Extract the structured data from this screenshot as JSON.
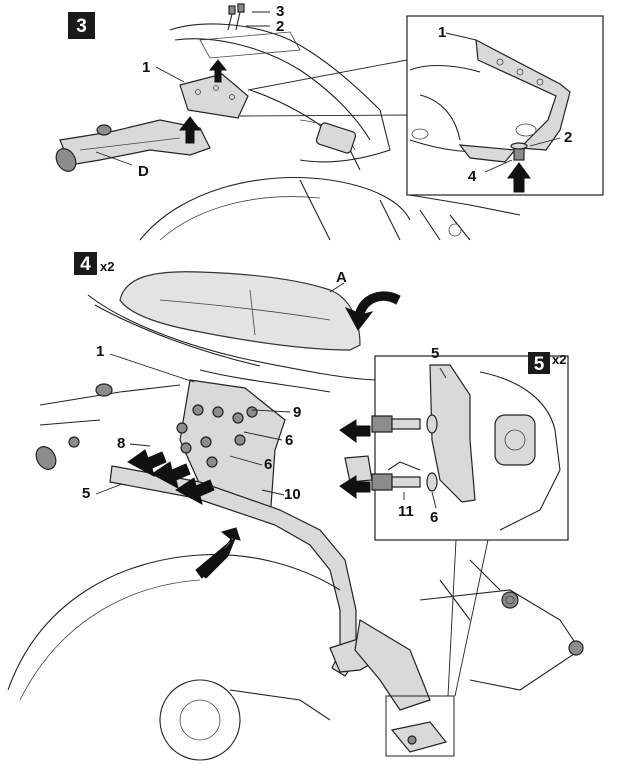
{
  "steps": {
    "s3": {
      "number": "3"
    },
    "s4": {
      "number": "4",
      "multiplier": "x2"
    },
    "s5": {
      "number": "5",
      "multiplier": "x2"
    }
  },
  "callouts": {
    "s3_main": {
      "c3": "3",
      "c2": "2",
      "c1": "1",
      "cD": "D"
    },
    "s3_detail": {
      "c1": "1",
      "c2": "2",
      "c4": "4"
    },
    "s4": {
      "cA": "A",
      "c1": "1",
      "c9": "9",
      "c6a": "6",
      "c8": "8",
      "c6b": "6",
      "c5": "5",
      "c10": "10"
    },
    "s5": {
      "c5": "5",
      "c11": "11",
      "c6": "6"
    }
  },
  "colors": {
    "line": "#222222",
    "fill_light": "#d9d9d9",
    "fill_dark": "#8c8c8c",
    "step_box": "#1a1a1a"
  }
}
